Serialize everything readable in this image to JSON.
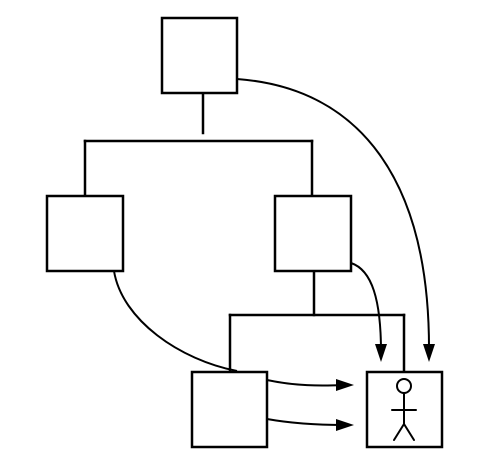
{
  "diagram": {
    "colors": {
      "stroke": "#000000",
      "background": "#ffffff"
    },
    "nodes": [
      {
        "id": "top-box",
        "icon": "none"
      },
      {
        "id": "left-middle-box",
        "icon": "none"
      },
      {
        "id": "right-middle-box",
        "icon": "none"
      },
      {
        "id": "bottom-left-box",
        "icon": "none"
      },
      {
        "id": "person-box",
        "icon": "stick-figure-icon"
      }
    ],
    "edges": [
      {
        "from": "top-box",
        "to": "left-middle-box",
        "kind": "tree-line"
      },
      {
        "from": "top-box",
        "to": "right-middle-box",
        "kind": "tree-line"
      },
      {
        "from": "right-middle-box",
        "to": "bottom-left-box",
        "kind": "tree-line"
      },
      {
        "from": "right-middle-box",
        "to": "person-box",
        "kind": "tree-line"
      },
      {
        "from": "top-box",
        "to": "person-box",
        "kind": "curved-arrow"
      },
      {
        "from": "right-middle-box",
        "to": "person-box",
        "kind": "curved-arrow"
      },
      {
        "from": "left-middle-box",
        "to": "bottom-left-box",
        "kind": "curve"
      },
      {
        "from": "bottom-left-box",
        "to": "person-box",
        "kind": "arrow"
      },
      {
        "from": "bottom-left-box",
        "to": "person-box",
        "kind": "arrow"
      }
    ]
  }
}
